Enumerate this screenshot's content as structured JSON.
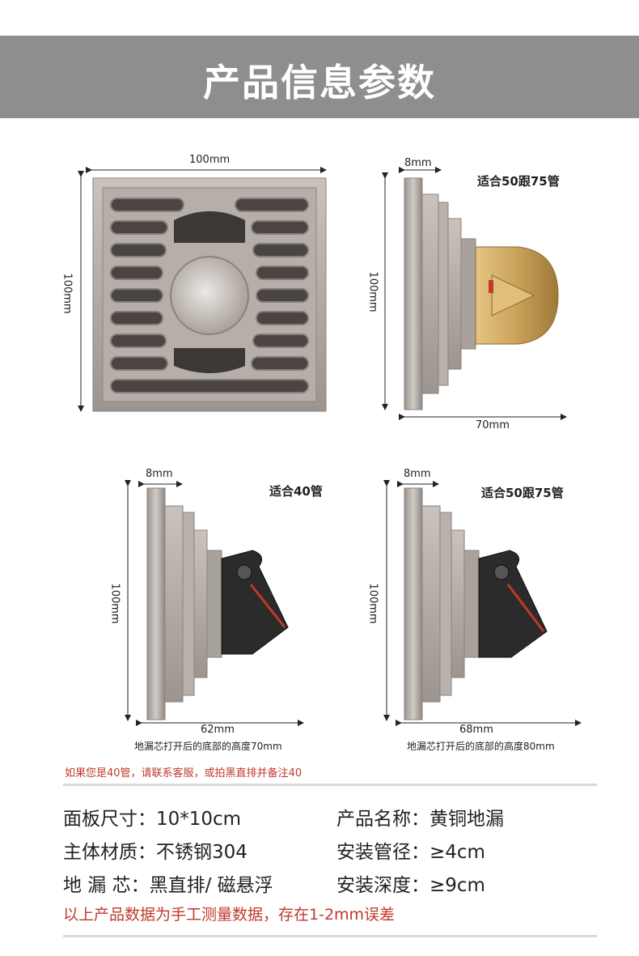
{
  "header": {
    "title": "产品信息参数"
  },
  "views": {
    "top": {
      "width_label": "100mm",
      "height_label": "100mm"
    },
    "side_brass": {
      "flange_label": "8mm",
      "height_label": "100mm",
      "depth_label": "70mm",
      "fit_label": "适合50跟75管"
    },
    "side_black_small": {
      "flange_label": "8mm",
      "height_label": "100mm",
      "depth_label": "62mm",
      "fit_label": "适合40管",
      "note": "地漏芯打开后的底部的高度70mm"
    },
    "side_black_large": {
      "flange_label": "8mm",
      "height_label": "100mm",
      "depth_label": "68mm",
      "fit_label": "适合50跟75管",
      "note": "地漏芯打开后的底部的高度80mm"
    }
  },
  "contact_note": "如果您是40管，请联系客服，或拍黑直排并备注40",
  "specs": [
    {
      "label": "面板尺寸：",
      "value": "10*10cm"
    },
    {
      "label": "产品名称：",
      "value": "黄铜地漏"
    },
    {
      "label": "主体材质：",
      "value": "不锈钢304"
    },
    {
      "label": "安装管径：",
      "value": "≥4cm"
    },
    {
      "label": "地 漏 芯：",
      "value": "黑直排/ 磁悬浮"
    },
    {
      "label": "安装深度：",
      "value": "≥9cm"
    }
  ],
  "disclaimer": "以上产品数据为手工测量数据，存在1-2mm误差",
  "colors": {
    "banner": "#8e8e8e",
    "steel": "#b4aca6",
    "brass": "#c9a15a",
    "core": "#2b2b2b",
    "accent_red": "#c0392b"
  }
}
